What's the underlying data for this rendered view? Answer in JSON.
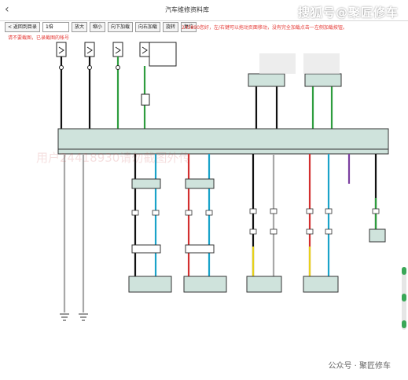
{
  "window": {
    "back_icon": "chevron-left-icon",
    "title": "汽车维修资料库",
    "watermark": "搜狐号@聚匠修车"
  },
  "toolbar": {
    "back_list_label": "< 返回到目录",
    "zoom_value": "1倍",
    "enlarge_label": "放大",
    "shrink_label": "缩小",
    "load_down_label": "向下加载",
    "load_right_label": "向右加载",
    "rotate_label": "旋转",
    "restore_label": "复位"
  },
  "notice": {
    "line1": "245890您好，左/右键可以拖动页面移动，没有完全加载点击一左侧加载按钮。",
    "line2": "请不要截图，已录截图的帐号"
  },
  "diagram": {
    "ghost_watermark": "用户24418930请勿截图外传"
  },
  "footer": {
    "watermark": "公众号 · 聚匠修车"
  },
  "colors": {
    "red": "#e53935",
    "wire_green": "#2e9d3e",
    "wire_red": "#d32f2f",
    "wire_blue": "#1aa3c9",
    "wire_yellow": "#e6d21a",
    "wire_purple": "#7b3fa0",
    "wire_black": "#111111",
    "wire_gray": "#a8a8a8",
    "box_fill": "#cfe3dc"
  }
}
